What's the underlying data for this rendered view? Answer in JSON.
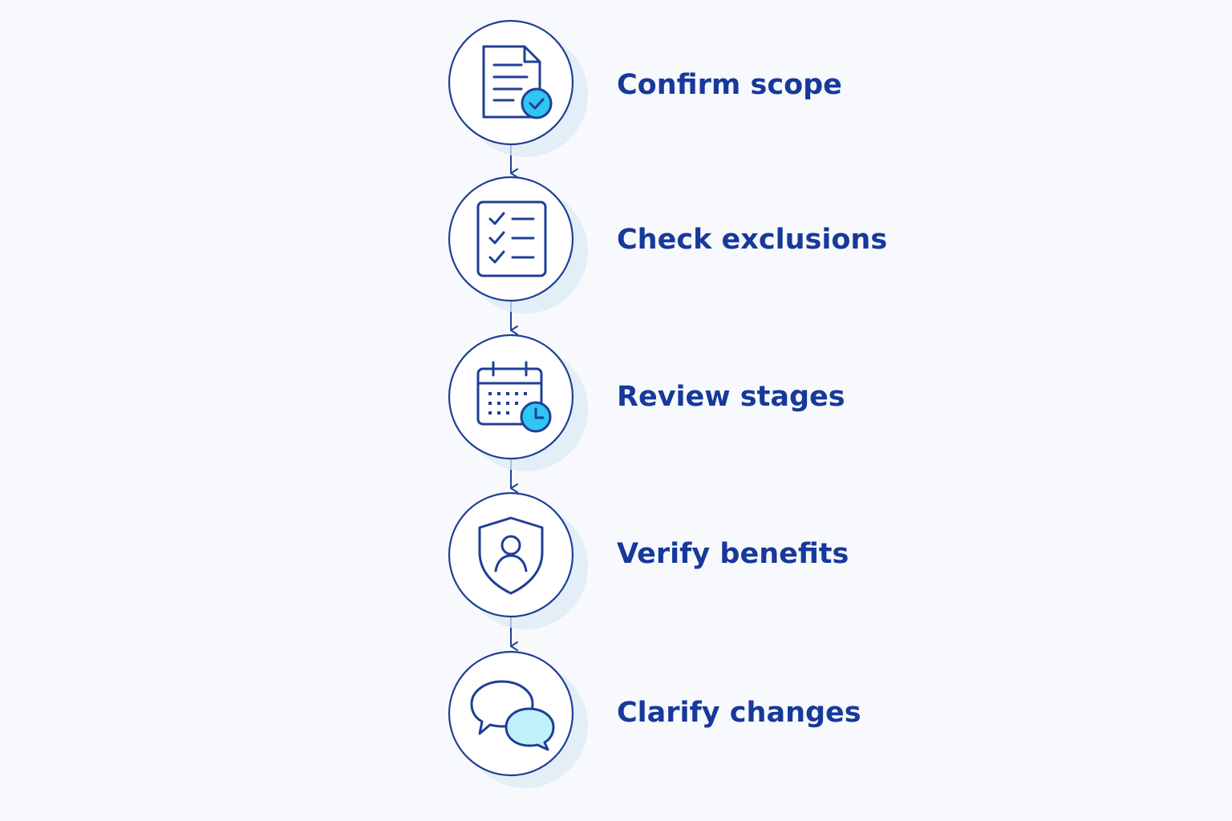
{
  "colors": {
    "background": "#f7f9fc",
    "stroke": "#1f3f95",
    "text": "#17399a",
    "accent_fill": "#2fc6f2",
    "accent_light_fill": "#bff1fb",
    "circle_fill": "#ffffff",
    "shadow": "#dde9f6"
  },
  "steps": [
    {
      "label": "Confirm scope",
      "icon": "document-check-icon"
    },
    {
      "label": "Check exclusions",
      "icon": "checklist-icon"
    },
    {
      "label": "Review stages",
      "icon": "calendar-clock-icon"
    },
    {
      "label": "Verify benefits",
      "icon": "shield-user-icon"
    },
    {
      "label": "Clarify changes",
      "icon": "chat-bubbles-icon"
    }
  ]
}
